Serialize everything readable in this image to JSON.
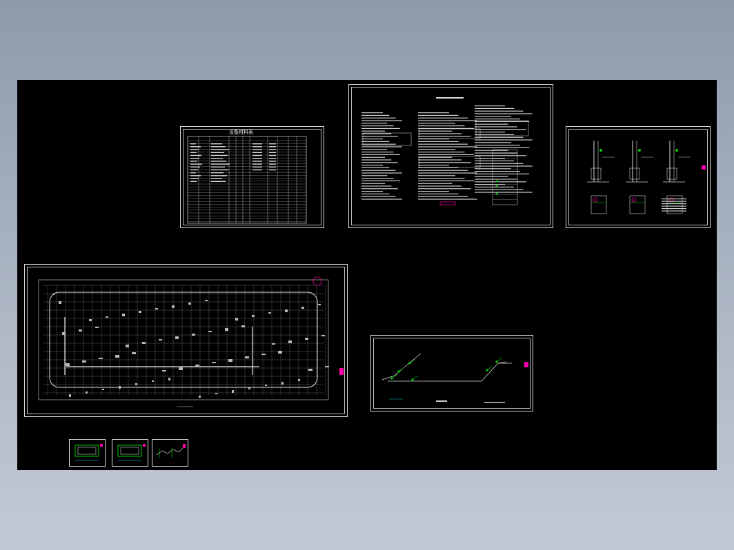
{
  "viewer": {
    "background": "#000000",
    "frame_gradient": [
      "#8c9aac",
      "#c3c9d4"
    ]
  },
  "sheets": [
    {
      "id": "equipment-table",
      "title": "设备材料表"
    },
    {
      "id": "design-notes",
      "title": ""
    },
    {
      "id": "details",
      "title": ""
    },
    {
      "id": "floor-plan",
      "title": ""
    },
    {
      "id": "riser-diagram",
      "title": ""
    }
  ],
  "thumbnails": [
    {
      "id": "thumb-1"
    },
    {
      "id": "thumb-2"
    },
    {
      "id": "thumb-3"
    }
  ],
  "colors": {
    "line": "#d8d8d8",
    "accent_green": "#00d000",
    "accent_magenta": "#ff00aa",
    "accent_cyan": "#00cccc"
  }
}
